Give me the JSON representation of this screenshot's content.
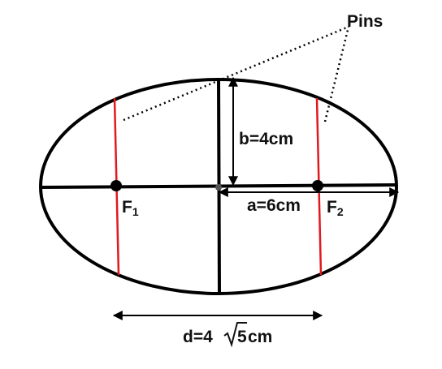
{
  "diagram": {
    "labels": {
      "pins": "Pins",
      "semi_minor": "b=4cm",
      "semi_major": "a=6cm",
      "focus1_letter": "F",
      "focus1_sub": "1",
      "focus2_letter": "F",
      "focus2_sub": "2",
      "distance_prefix": "d=4",
      "distance_radicand": "5",
      "distance_unit": "cm"
    },
    "colors": {
      "outline": "#000000",
      "latus_rectum": "#e0191f"
    }
  }
}
